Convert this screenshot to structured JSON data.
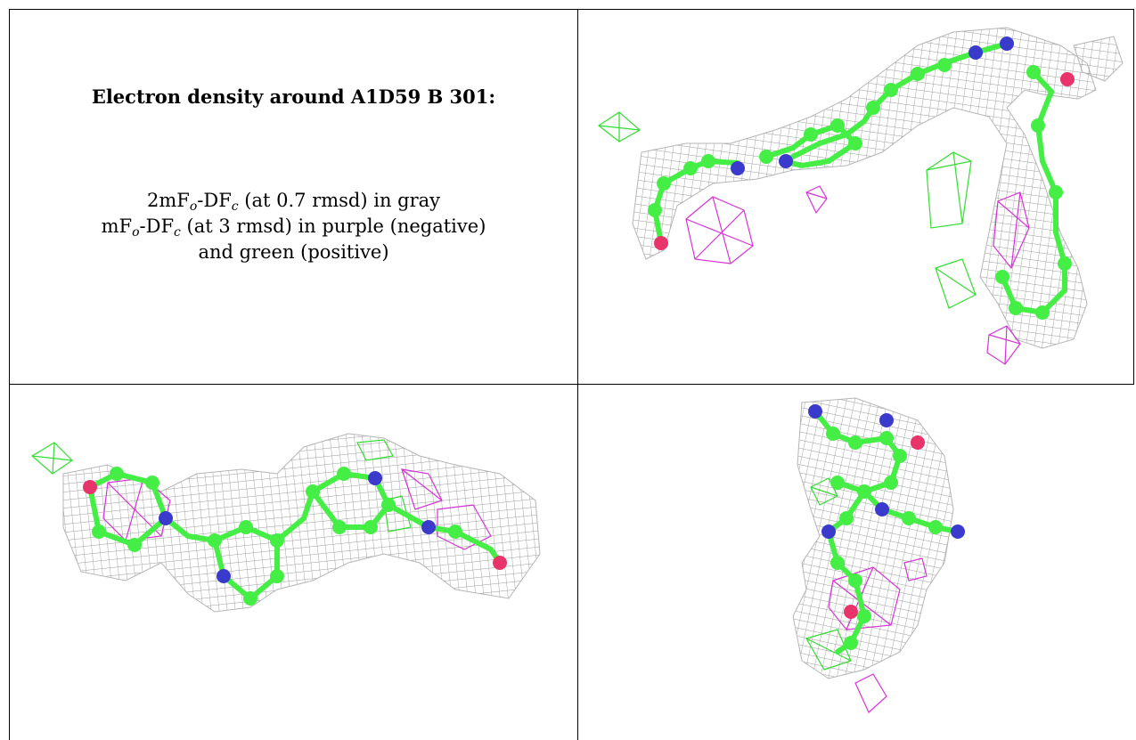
{
  "title": "Electron density around A1D59 B 301:",
  "legend": {
    "line1": "2mFₒ-DFᶜ (at 0.7 rmsd) in gray",
    "line1_html": "2mF<sub>o</sub>-DF<sub>c</sub> (at 0.7 rmsd) in gray",
    "line2_html": "mF<sub>o</sub>-DF<sub>c</sub> (at 3 rmsd) in purple (negative)",
    "line3": "and green (positive)"
  },
  "colors": {
    "gray_mesh": "#9a9a9a",
    "negative_density": "#d633d6",
    "positive_density": "#33dd33",
    "carbon": "#44ee44",
    "nitrogen": "#3a3acc",
    "oxygen": "#e8336b"
  },
  "panels": [
    "view-top-right",
    "view-bottom-left",
    "view-bottom-right"
  ]
}
